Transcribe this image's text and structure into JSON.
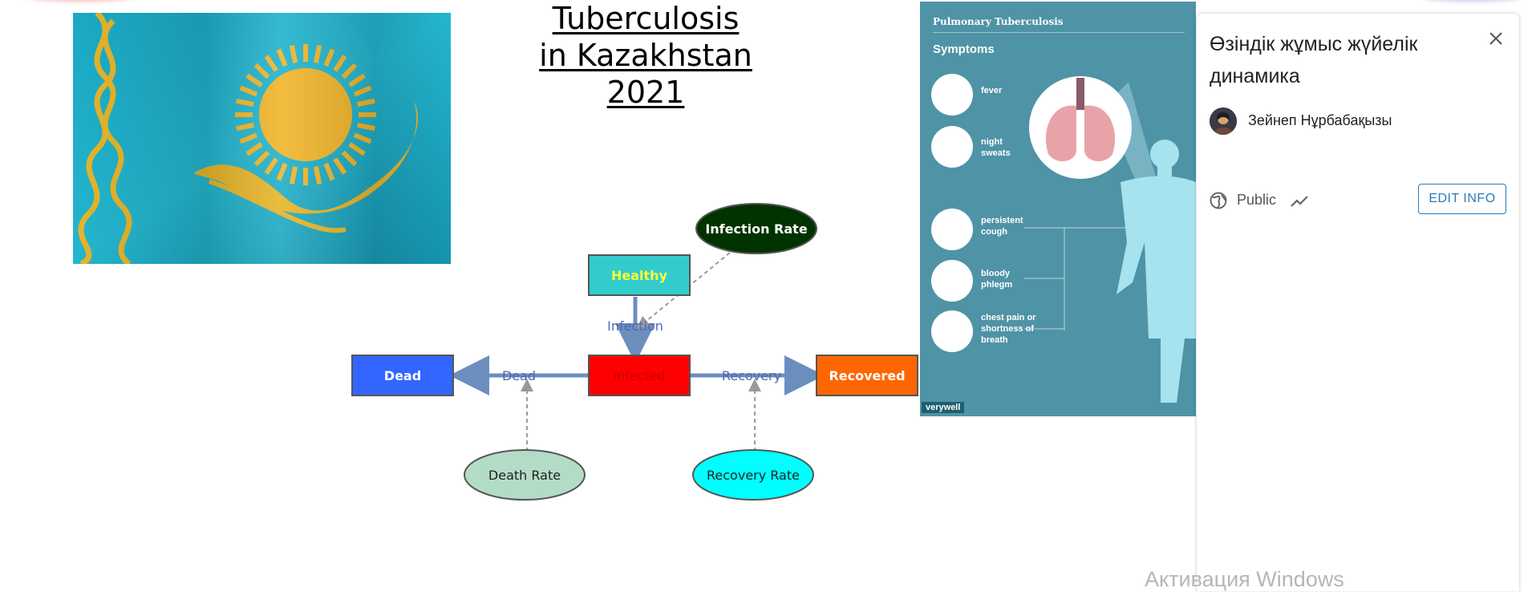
{
  "slide": {
    "title_lines": [
      "Tuberculosis",
      "in Kazakhstan",
      "2021"
    ]
  },
  "diagram": {
    "nodes": {
      "healthy": "Healthy",
      "infected": "Infected",
      "dead": "Dead",
      "recovered": "Recovered",
      "infection_rate": "Infection Rate",
      "death_rate": "Death Rate",
      "recovery_rate": "Recovery Rate"
    },
    "flows": {
      "infection": "Infection",
      "dead": "Dead",
      "recovery": "Recovery"
    },
    "colors": {
      "healthy": "#33cccc",
      "healthy_text": "#ffff33",
      "infected": "#ff0000",
      "dead": "#3366ff",
      "recovered": "#ff6600",
      "infection_rate": "#003300",
      "death_rate": "#b3dcc7",
      "recovery_rate": "#00ffff",
      "flow": "#6c8ebf"
    }
  },
  "infographic": {
    "header": "Pulmonary Tuberculosis",
    "section": "Symptoms",
    "symptoms": [
      {
        "label": "fever"
      },
      {
        "label": "night\nsweats"
      },
      {
        "label": "persistent\ncough"
      },
      {
        "label": "bloody\nphlegm"
      },
      {
        "label": "chest pain or\nshortness of\nbreath"
      }
    ],
    "brand": "verywell",
    "background": "#4f93a6"
  },
  "panel": {
    "title": "Өзіндік жұмыс жүйелік динамика",
    "author": "Зейнеп Нұрбабақызы",
    "visibility": "Public",
    "edit_button": "EDIT INFO",
    "icons": {
      "close": "close-icon",
      "globe": "globe-icon",
      "trend": "trend-icon"
    }
  },
  "os_watermark": "Активация Windows"
}
